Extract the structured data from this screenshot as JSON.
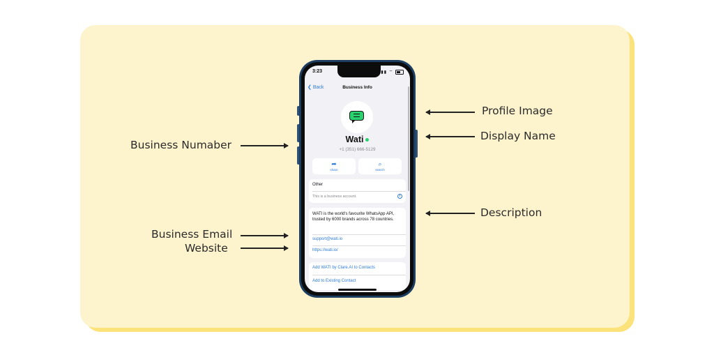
{
  "annotations": {
    "profile_image": "Profile Image",
    "display_name": "Display Name",
    "business_number": "Business Numaber",
    "description": "Description",
    "business_email": "Business Email",
    "website": "Website"
  },
  "phone": {
    "status_bar": {
      "time": "3:23",
      "icons": "signal-icon wifi-icon battery-icon"
    },
    "nav": {
      "back_label": "Back",
      "title": "Business Info"
    },
    "profile": {
      "icon": "chat-bubble-icon",
      "name": "Wati",
      "online_color": "#27d26f",
      "phone": "+1 (351) 666-5129"
    },
    "actions": [
      {
        "icon": "share-icon",
        "label": "share"
      },
      {
        "icon": "search-icon",
        "label": "search"
      }
    ],
    "other": {
      "header": "Other",
      "note": "This is a business account."
    },
    "about": {
      "description": "WATI is the world's favourite WhatsApp API, trusted by 6000 brands across 78 countries.",
      "email": "support@wati.io",
      "website": "https://wati.io/"
    },
    "contact_actions": {
      "add_new": "Add WATI by Clare.AI to Contacts",
      "add_existing": "Add to Existing Contact"
    }
  },
  "colors": {
    "background_card": "#fdf3cc",
    "card_shadow": "#fbe27a",
    "link_blue": "#2d7bd6",
    "brand_green": "#27d26f",
    "phone_frame": "#1c3e63"
  }
}
